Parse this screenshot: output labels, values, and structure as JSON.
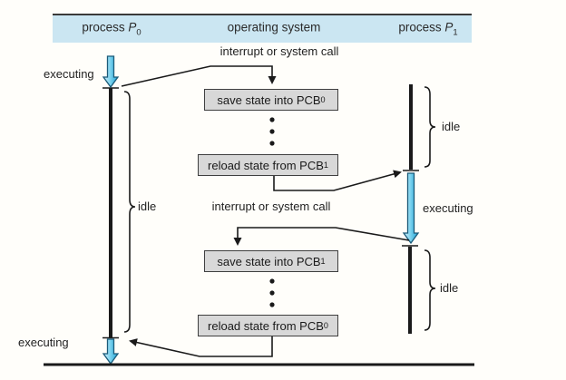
{
  "header": {
    "columns": [
      {
        "prefix": "process ",
        "var": "P",
        "sub": "0"
      },
      {
        "prefix": "operating system",
        "var": "",
        "sub": ""
      },
      {
        "prefix": "process ",
        "var": "P",
        "sub": "1"
      }
    ]
  },
  "labels": {
    "interrupt_top": "interrupt or system call",
    "interrupt_mid": "interrupt or system call",
    "executing_p0_top": "executing",
    "executing_p0_bottom": "executing",
    "executing_p1": "executing",
    "idle_p0": "idle",
    "idle_p1_top": "idle",
    "idle_p1_bottom": "idle"
  },
  "boxes": [
    {
      "text": "save state into PCB",
      "sub": "0"
    },
    {
      "text": "reload state from PCB",
      "sub": "1"
    },
    {
      "text": "save state into PCB",
      "sub": "1"
    },
    {
      "text": "reload state from PCB",
      "sub": "0"
    }
  ],
  "colors": {
    "header_bg": "#cbe6f2",
    "box_bg": "#d8d8d8",
    "box_border": "#3f3f3f",
    "line": "#1a1a1a",
    "arrow_fill_light": "#d6f0fa",
    "arrow_fill_dark": "#1ea3d6",
    "arrow_border": "#1b5a78"
  }
}
